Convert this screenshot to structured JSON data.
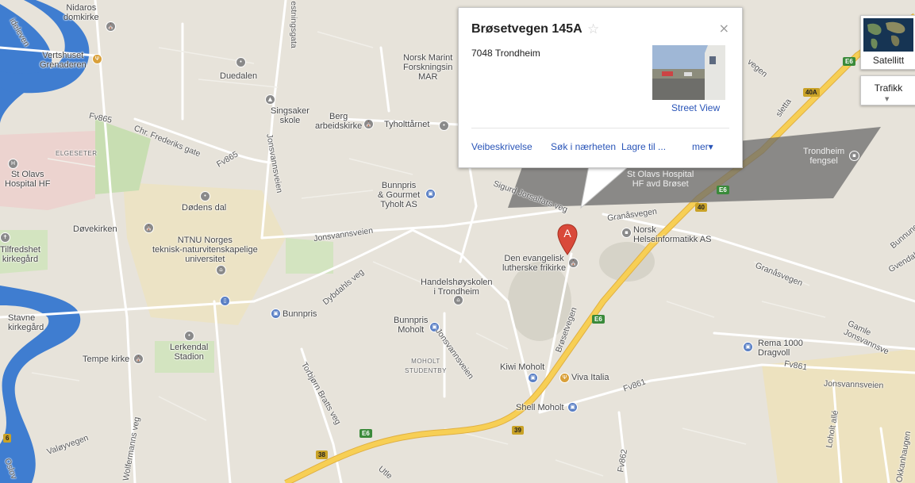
{
  "info_window": {
    "title": "Brøsetvegen 145A",
    "star_icon": "☆",
    "close_icon": "×",
    "address": "7048 Trondheim",
    "street_view_label": "Street View",
    "actions": {
      "directions": "Veibeskrivelse",
      "search_nearby": "Søk i nærheten",
      "save_to": "Lagre til ...",
      "more": "mer▾"
    }
  },
  "map_controls": {
    "satellite_label": "Satellitt",
    "traffic_label": "Trafikk",
    "traffic_arrow": "▼"
  },
  "marker": {
    "letter": "A",
    "color": "#d9493a"
  },
  "places": {
    "nidaros": "Nidaros\ndomkirke",
    "vertshuset": "Vertshuset\nGrenaderen",
    "duedalen": "Duedalen",
    "singsaker": "Singsaker\nskole",
    "berg": "Berg\narbeidskirke",
    "tyholttarnet": "Tyholttårnet",
    "norsk_marin": "Norsk Marint\nForskningsin\nMAR",
    "elgeseter": "ELGESETER",
    "st_olavs": "St Olavs\nHospital HF",
    "dodens_dal": "Dødens dal",
    "dovekirken": "Døvekirken",
    "tilfredshet": "Tilfredshet\nkirkegård",
    "ntnu": "NTNU Norges\nteknisk-naturvitenskapelige\nuniversitet",
    "bunnpris_gourmet": "Bunnpris\n& Gourmet\nTyholt AS",
    "st_olavs_broset": "St Olavs Hospital\nHF avd Brøset",
    "trondheim_fengsel": "Trondheim\nfengsel",
    "norsk_helse": "Norsk\nHelseinformatikk AS",
    "evangelisk": "Den evangelisk\nlutherske frikirke",
    "handelshoyskolen": "Handelshøyskolen\ni Trondheim",
    "bunnpris": "Bunnpris",
    "bunnpris_moholt": "Bunnpris\nMoholt",
    "stavne": "Stavne\nkirkegård",
    "lerkendal": "Lerkendal\nStadion",
    "tempe": "Tempe kirke",
    "moholt_studentby": "MOHOLT\nSTUDENTBY",
    "kiwi": "Kiwi Moholt",
    "viva_italia": "Viva Italia",
    "shell": "Shell Moholt",
    "rema": "Rema 1000\nDragvoll"
  },
  "roads": {
    "fv865_a": "Fv865",
    "chr_frederiks": "Chr. Frederiks gate",
    "fv865_b": "Fv865",
    "jonsvannsveien_a": "Jonsvannsveien",
    "jonsvannsveien_b": "Jonsvannsveien",
    "jonsvannsveien_c": "Jonsvannsveien",
    "jonsvannsveien_d": "Jonsvannsveien",
    "sigurd": "Sigurd Jorsalfars veg",
    "granasvegen_a": "Granåsvegen",
    "granasvegen_b": "Granåsvegen",
    "dybdahls": "Dybdahls veg",
    "brosetvegen": "Brøsetvegen",
    "torbjorn": "Torbjørn Bratts veg",
    "fv861_a": "Fv861",
    "fv861_b": "Fv861",
    "gamle_jonsvannsveien": "Gamle Jonsvannsve",
    "festningsgata": "estningsgata",
    "loholt_alle": "Loholt allé",
    "valoyvegen": "Valøyvegen",
    "vegen_e": "vegen",
    "asletta": "sletta",
    "fv862": "Fv862",
    "wolfermanns": "Wolfermanns veg",
    "elgeseter_gate": "ideleven",
    "utleirv": "Utle",
    "brundal": "Gvendal",
    "bonnunge": "Bunnunge",
    "ostaingen": "Oslov",
    "kuhaugen": "Okkanhaugen"
  },
  "shields": {
    "e6_a": "E6",
    "e6_b": "E6",
    "e6_c": "E6",
    "e6_d": "E6",
    "r40a": "40A",
    "r40": "40",
    "r39": "39",
    "r38": "38",
    "r6": "6"
  },
  "colors": {
    "land": "#e8e4dc",
    "water": "#3f7dd0",
    "park": "#c5ddb0",
    "highway": "#f5c84b",
    "urban": "#ede7cc"
  }
}
